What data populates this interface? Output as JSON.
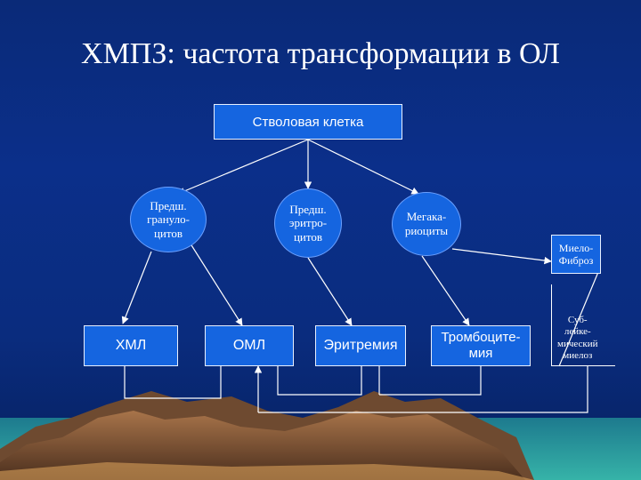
{
  "title": "ХМПЗ: частота трансформации в ОЛ",
  "nodes": {
    "stem": "Стволовая клетка",
    "granulo": "Предш.\nгрануло-\nцитов",
    "erythro": "Предш.\nэритро-\nцитов",
    "mega": "Мегака-\nриоциты",
    "myelofib": "Миело-\nФиброз",
    "cml": "ХМЛ",
    "aml": "ОМЛ",
    "erythremia": "Эритремия",
    "thrombo": "Тромбоците-\nмия",
    "sub": "Суб-\nлейке-\nмический\nмиелоз"
  },
  "colors": {
    "box": "#1565e0",
    "text": "#ffffff",
    "line": "#ffffff"
  }
}
